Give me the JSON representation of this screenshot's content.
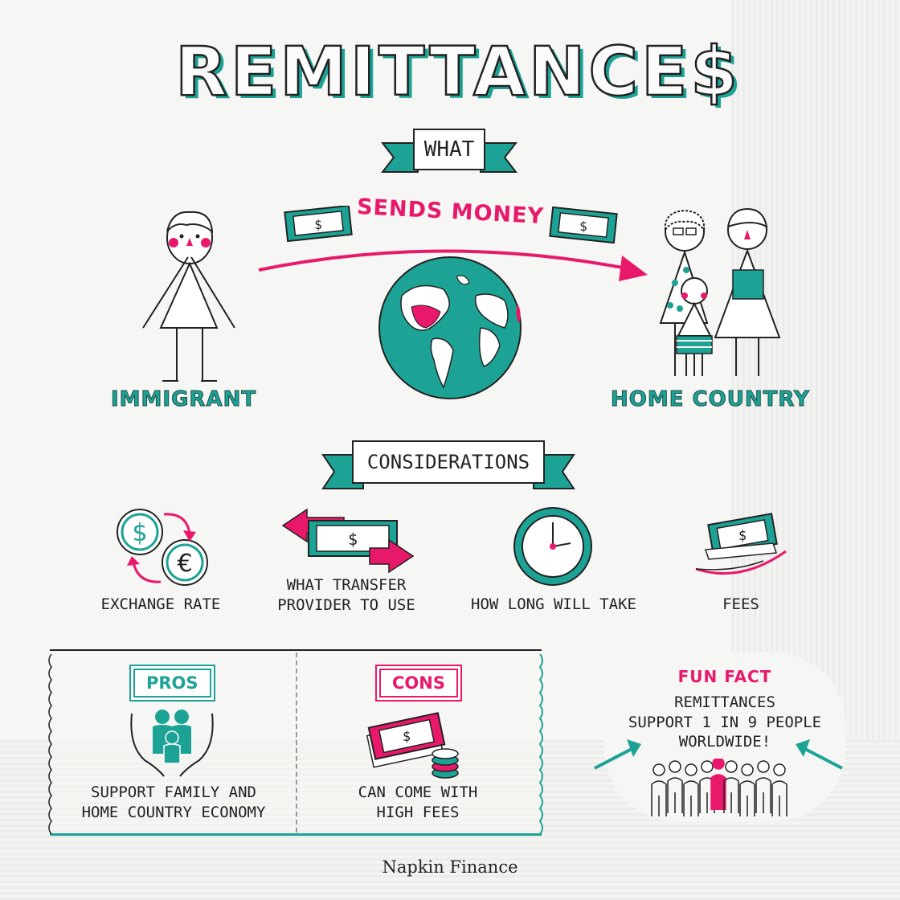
{
  "title": "REMITTANCE$",
  "what_banner": "WHAT",
  "sends_money": "SENDS MONEY",
  "immigrant_label": "IMMIGRANT",
  "home_country_label": "HOME COUNTRY",
  "considerations_banner": "CONSIDERATIONS",
  "considerations": [
    {
      "label": "EXCHANGE RATE",
      "icon": "exchange-rate-icon"
    },
    {
      "label_line1": "WHAT TRANSFER",
      "label_line2": "PROVIDER TO USE",
      "icon": "transfer-arrows-icon"
    },
    {
      "label": "HOW LONG WILL TAKE",
      "icon": "clock-icon"
    },
    {
      "label": "FEES",
      "icon": "money-hand-icon"
    }
  ],
  "pros": {
    "tag": "PROS",
    "line1": "SUPPORT FAMILY AND",
    "line2": "HOME COUNTRY ECONOMY",
    "icon": "family-hands-icon"
  },
  "cons": {
    "tag": "CONS",
    "line1": "CAN COME WITH",
    "line2": "HIGH FEES",
    "icon": "cash-coins-icon"
  },
  "fun_fact": {
    "title": "FUN FACT",
    "line1": "REMITTANCES",
    "line2": "SUPPORT 1 IN 9 PEOPLE",
    "line3": "WORLDWIDE!",
    "icon": "people-group-icon"
  },
  "bill_symbol": "$",
  "euro_symbol": "€",
  "footer": "Napkin Finance",
  "colors": {
    "teal": "#1da396",
    "pink": "#e8196b",
    "ink": "#222222"
  }
}
